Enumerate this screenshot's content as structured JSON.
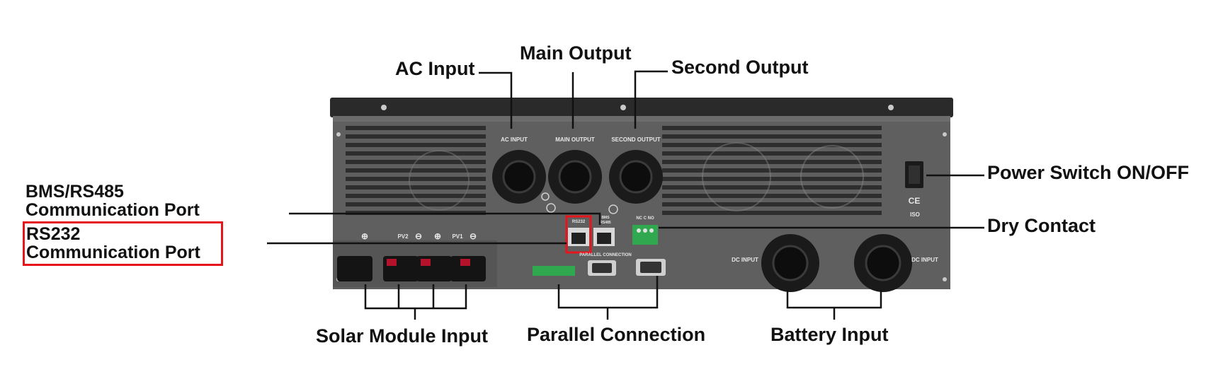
{
  "callouts": {
    "ac_input": "AC Input",
    "main_output": "Main Output",
    "second_output": "Second Output",
    "power_switch": "Power Switch ON/OFF",
    "dry_contact": "Dry Contact",
    "bms_line1": "BMS/RS485",
    "bms_line2": "Communication Port",
    "rs232_line1": "RS232",
    "rs232_line2": "Communication Port",
    "solar_input": "Solar Module Input",
    "parallel_connection": "Parallel Connection",
    "battery_input": "Battery Input"
  },
  "panel_labels": {
    "ac_input": "AC INPUT",
    "main_output": "MAIN OUTPUT",
    "second_output": "SECOND OUTPUT",
    "pv2": "PV2",
    "pv1": "PV1",
    "rs232": "RS232",
    "bms": "BMS",
    "rs485": "RS485",
    "dry_contact_pins": "NC  C  NO",
    "parallel_connection": "PARALLEL CONNECTION",
    "dc_input_left": "DC INPUT",
    "dc_input_right": "DC INPUT",
    "ce_mark": "CE",
    "iso_mark": "ISO"
  },
  "colors": {
    "highlight": "#e8141b",
    "chassis": "#5f5f5f",
    "top_bar": "#2a2a2a",
    "terminal_green": "#2fa84f"
  }
}
